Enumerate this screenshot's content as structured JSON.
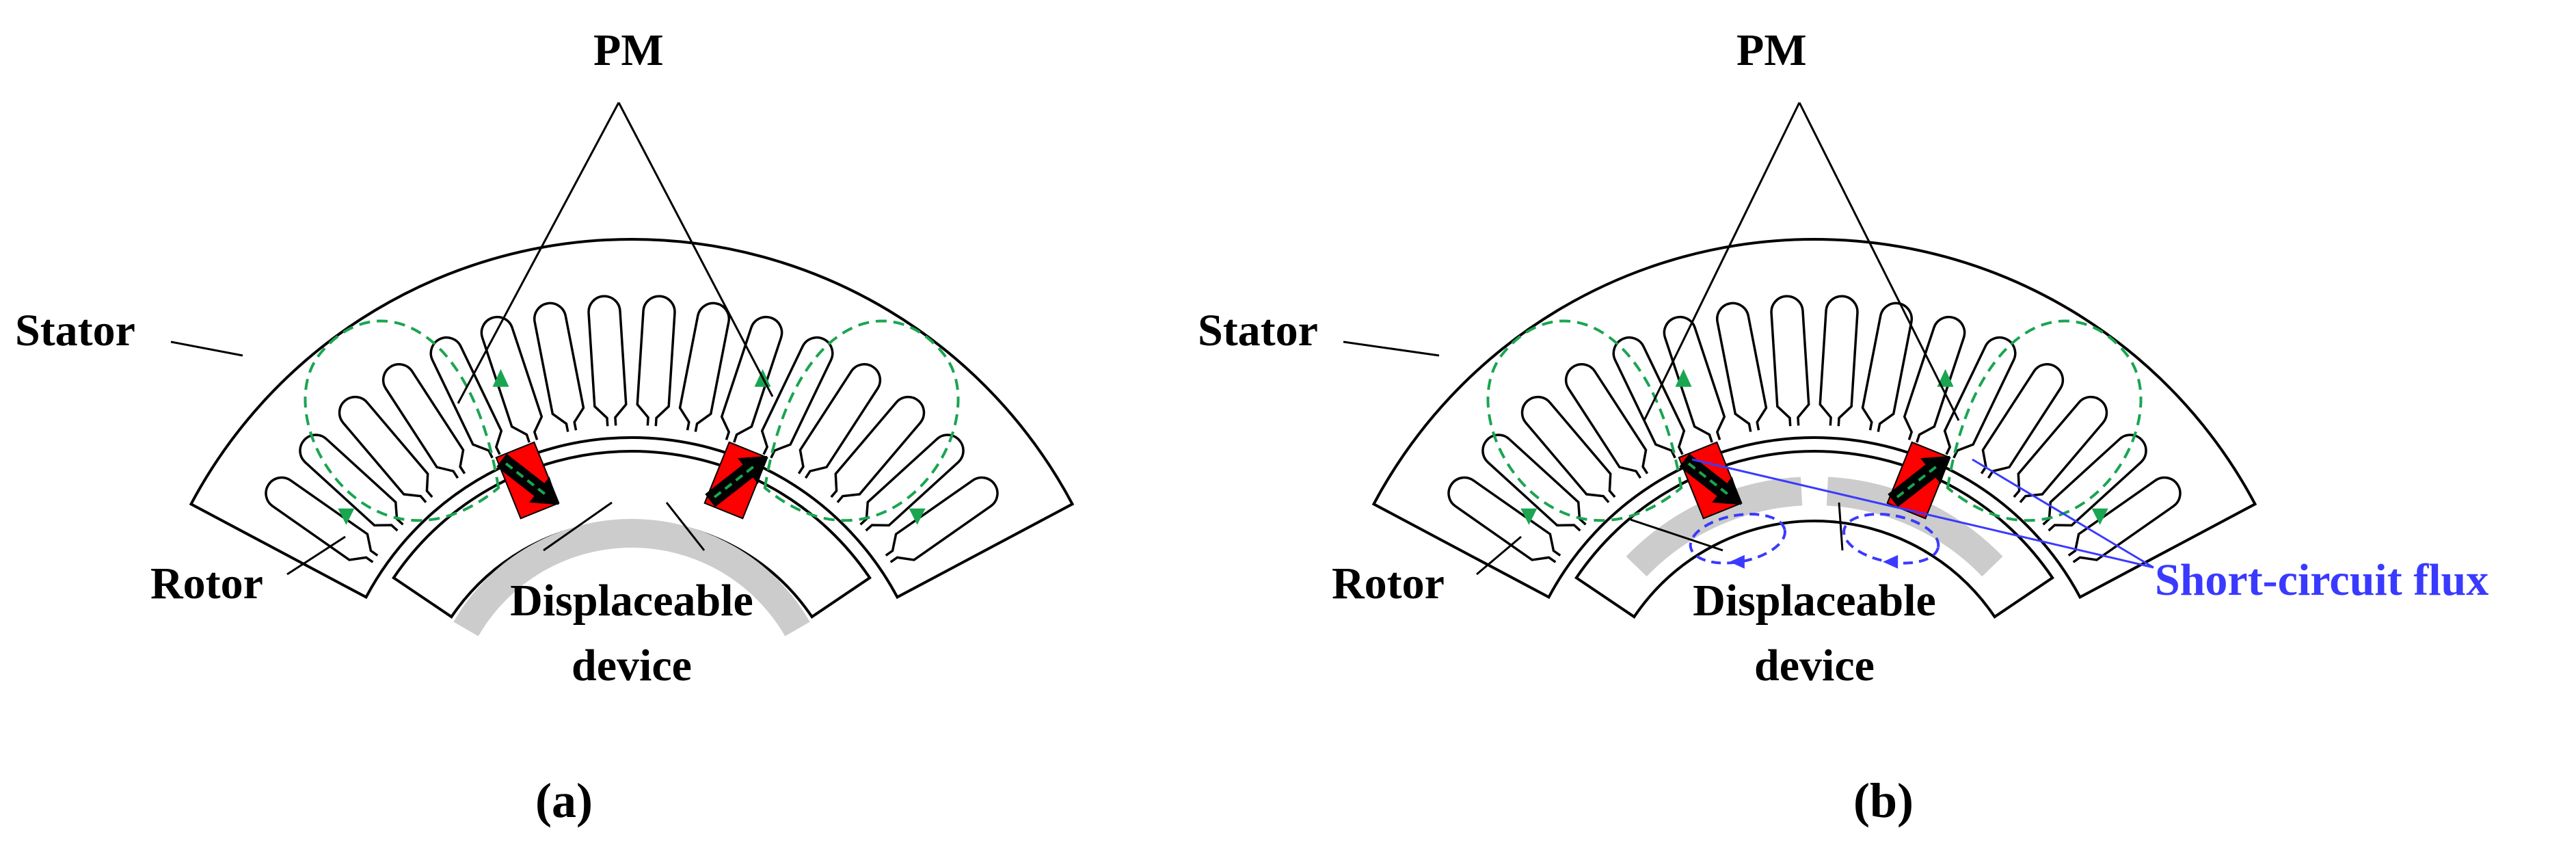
{
  "panels": [
    {
      "id": "a",
      "caption": "(a)",
      "labels": {
        "pm": "PM",
        "stator": "Stator",
        "rotor": "Rotor",
        "device_line1": "Displaceable",
        "device_line2": "device"
      },
      "device_state": "centered"
    },
    {
      "id": "b",
      "caption": "(b)",
      "labels": {
        "pm": "PM",
        "stator": "Stator",
        "rotor": "Rotor",
        "device_line1": "Displaceable",
        "device_line2": "device",
        "short_circuit": "Short-circuit flux"
      },
      "device_state": "displaced"
    }
  ],
  "colors": {
    "outline": "#000000",
    "magnet": "#ff0000",
    "magnetization_arrow": "#000000",
    "main_flux": "#1aa551",
    "short_circuit_flux": "#3a3aff",
    "device": "#cccccc",
    "background": "#ffffff"
  },
  "slot_count": 16,
  "icons": [
    "magnetization-arrow-icon",
    "flux-arrowhead-icon"
  ]
}
